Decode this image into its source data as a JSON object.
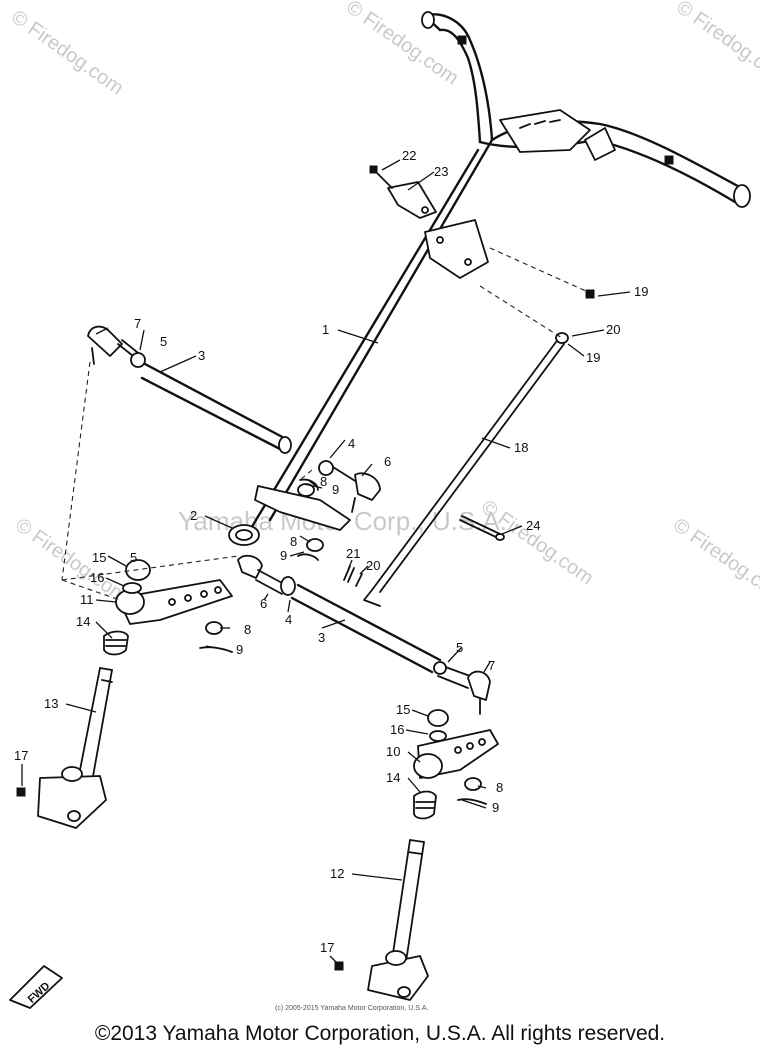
{
  "watermarks": {
    "site": "© Firedog.com",
    "center": "Yamaha Motor Corp., U.S.A."
  },
  "fine_print": "(c) 2005-2015 Yamaha Motor Corporation, U.S.A.",
  "forward_mark": "FWD",
  "copyright": "©2013 Yamaha Motor Corporation, U.S.A. All rights reserved.",
  "callouts": [
    {
      "label": "1"
    },
    {
      "label": "2"
    },
    {
      "label": "3"
    },
    {
      "label": "3"
    },
    {
      "label": "4"
    },
    {
      "label": "4"
    },
    {
      "label": "5"
    },
    {
      "label": "5"
    },
    {
      "label": "5"
    },
    {
      "label": "6"
    },
    {
      "label": "6"
    },
    {
      "label": "7"
    },
    {
      "label": "7"
    },
    {
      "label": "8"
    },
    {
      "label": "8"
    },
    {
      "label": "8"
    },
    {
      "label": "8"
    },
    {
      "label": "9"
    },
    {
      "label": "9"
    },
    {
      "label": "9"
    },
    {
      "label": "9"
    },
    {
      "label": "10"
    },
    {
      "label": "11"
    },
    {
      "label": "12"
    },
    {
      "label": "13"
    },
    {
      "label": "14"
    },
    {
      "label": "14"
    },
    {
      "label": "15"
    },
    {
      "label": "15"
    },
    {
      "label": "16"
    },
    {
      "label": "16"
    },
    {
      "label": "17"
    },
    {
      "label": "17"
    },
    {
      "label": "18"
    },
    {
      "label": "19"
    },
    {
      "label": "19"
    },
    {
      "label": "20"
    },
    {
      "label": "20"
    },
    {
      "label": "21"
    },
    {
      "label": "22"
    },
    {
      "label": "23"
    },
    {
      "label": "24"
    }
  ]
}
